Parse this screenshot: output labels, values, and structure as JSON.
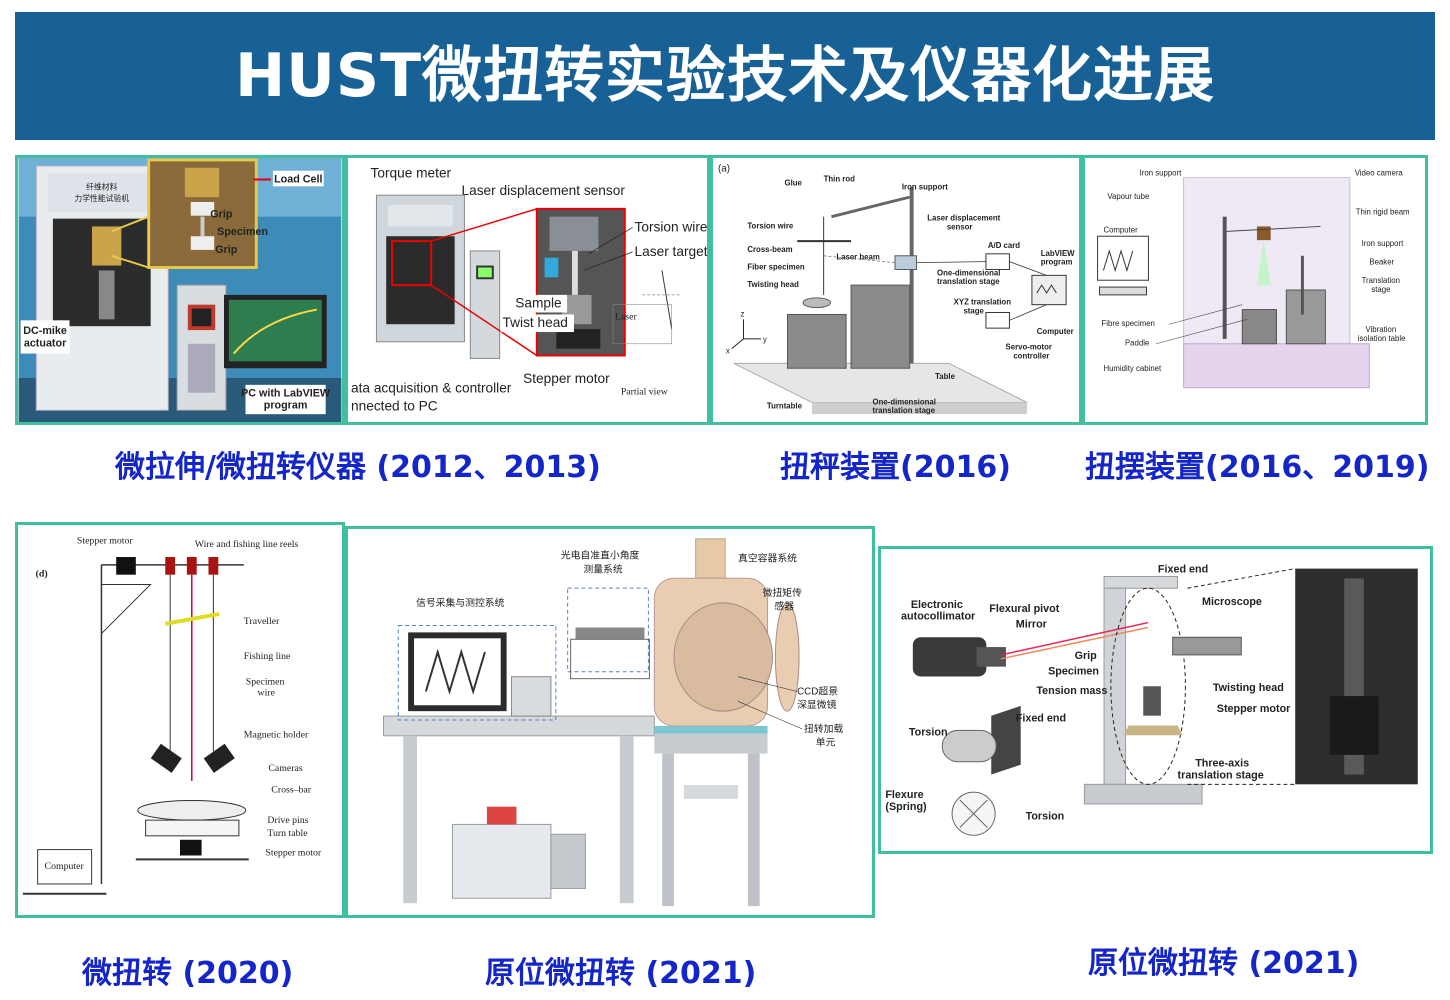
{
  "title": "HUST微扭转实验技术及仪器化进展",
  "colors": {
    "title_bg": "#176196",
    "title_text": "#ffffff",
    "caption": "#1426c8",
    "panel_border": "#3fbf9f"
  },
  "captions": {
    "c1": "微拉伸/微扭转仪器 (2012、2013)",
    "c2": "扭秤装置(2016)",
    "c3": "扭摆装置(2016、2019)",
    "c4": "微扭转 (2020)",
    "c5": "原位微扭转 (2021)",
    "c6": "原位微扭转 (2021)"
  },
  "panel1": {
    "machine_text_1": "纤维材料",
    "machine_text_2": "力学性能试验机",
    "load_cell": "Load Cell",
    "grip_top": "Grip",
    "specimen": "Specimen",
    "grip_bottom": "Grip",
    "actuator_1": "DC-mike",
    "actuator_2": "actuator",
    "pc_1": "PC with LabVIEW",
    "pc_2": "program"
  },
  "panel2": {
    "torque_meter": "Torque meter",
    "laser_sensor": "Laser displacement sensor",
    "torsion_wire": "Torsion wire",
    "laser_target": "Laser target",
    "sample": "Sample",
    "twist_head": "Twist head",
    "stepper_motor": "Stepper motor",
    "daq_1": "ata acquisition & controller",
    "daq_2": "nnected to PC",
    "laser": "Laser",
    "partial_view": "Partial view"
  },
  "panel3": {
    "tag": "(a)",
    "glue": "Glue",
    "thin_rod": "Thin rod",
    "iron_support": "Iron support",
    "torsion_wire": "Torsion wire",
    "laser_sensor_1": "Laser displacement",
    "laser_sensor_2": "sensor",
    "cross_beam": "Cross-beam",
    "fiber_specimen": "Fiber specimen",
    "laser_beam": "Laser beam",
    "ad_card": "A/D card",
    "labview_1": "LabVIEW",
    "labview_2": "program",
    "twisting_head": "Twisting head",
    "one_dim_1": "One-dimensional",
    "one_dim_2": "translation stage",
    "xyz_1": "XYZ translation",
    "xyz_2": "stage",
    "computer": "Computer",
    "servo_1": "Servo-motor",
    "servo_2": "controller",
    "table": "Table",
    "turntable": "Turntable",
    "one_dim_b_1": "One-dimensional",
    "one_dim_b_2": "translation stage",
    "axis_x": "x",
    "axis_y": "y",
    "axis_z": "z"
  },
  "panel4": {
    "iron_support": "Iron support",
    "video_camera": "Video camera",
    "vapour_tube": "Vapour tube",
    "thin_rigid_beam": "Thin rigid beam",
    "computer": "Computer",
    "iron_support_2": "Iron support",
    "beaker": "Beaker",
    "translation_1": "Translation",
    "translation_2": "stage",
    "fibre_specimen": "Fibre specimen",
    "paddle": "Paddle",
    "vibration_1": "Vibration",
    "vibration_2": "isolation table",
    "humidity_cabinet": "Humidity cabinet"
  },
  "panel5": {
    "tag": "(d)",
    "stepper_motor": "Stepper motor",
    "reels": "Wire and fishing line reels",
    "traveller": "Traveller",
    "fishing_line": "Fishing line",
    "specimen_1": "Specimen",
    "specimen_2": "wire",
    "magnetic_holder": "Magnetic holder",
    "cameras": "Cameras",
    "cross_bar": "Cross–bar",
    "drive_pins": "Drive pins",
    "turn_table": "Turn table",
    "stepper_motor_2": "Stepper motor",
    "computer": "Computer"
  },
  "panel6": {
    "optical_1": "光电自准直小角度",
    "optical_2": "测量系统",
    "vacuum": "真空容器系统",
    "signal": "信号采集与测控系统",
    "torque_sensor_1": "微扭矩传",
    "torque_sensor_2": "感器",
    "ccd_1": "CCD超景",
    "ccd_2": "深显微镜",
    "loading_1": "扭转加载",
    "loading_2": "单元"
  },
  "panel7": {
    "fixed_end_top": "Fixed end",
    "autocollimator_1": "Electronic",
    "autocollimator_2": "autocollimator",
    "flexural_pivot": "Flexural pivot",
    "mirror": "Mirror",
    "microscope": "Microscope",
    "grip": "Grip",
    "specimen": "Specimen",
    "tension_mass": "Tension mass",
    "twisting_head": "Twisting head",
    "stepper_motor": "Stepper motor",
    "fixed_end_mid": "Fixed end",
    "torsion_1": "Torsion",
    "three_axis_1": "Three-axis",
    "three_axis_2": "translation stage",
    "flexure_1": "Flexure",
    "flexure_2": "(Spring)",
    "torsion_2": "Torsion"
  }
}
